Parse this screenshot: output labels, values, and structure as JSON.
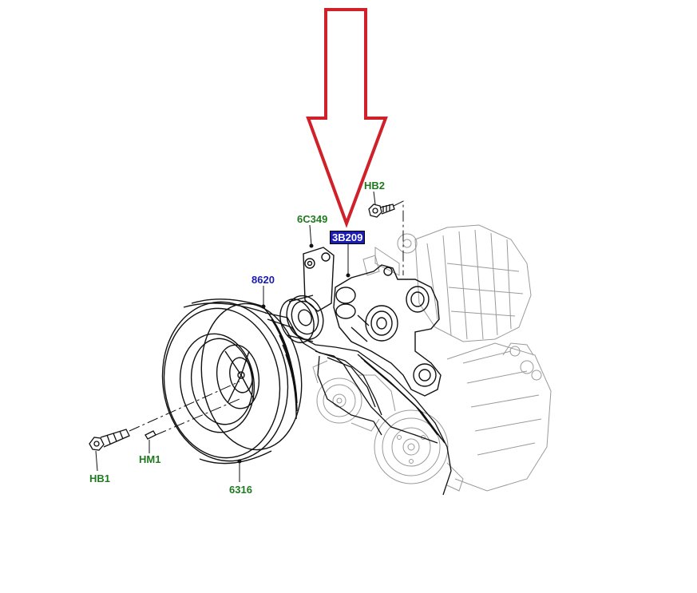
{
  "colors": {
    "arrow": "#d0202a",
    "label_blue": "#1a1ab4",
    "label_green": "#1f7a1f",
    "line_dark": "#111111",
    "line_light": "#9a9a9a"
  },
  "labels": {
    "hb2": "HB2",
    "c6c349": "6C349",
    "b3b209": "3B209",
    "p8620": "8620",
    "hm1": "HM1",
    "hb1": "HB1",
    "p6316": "6316"
  }
}
